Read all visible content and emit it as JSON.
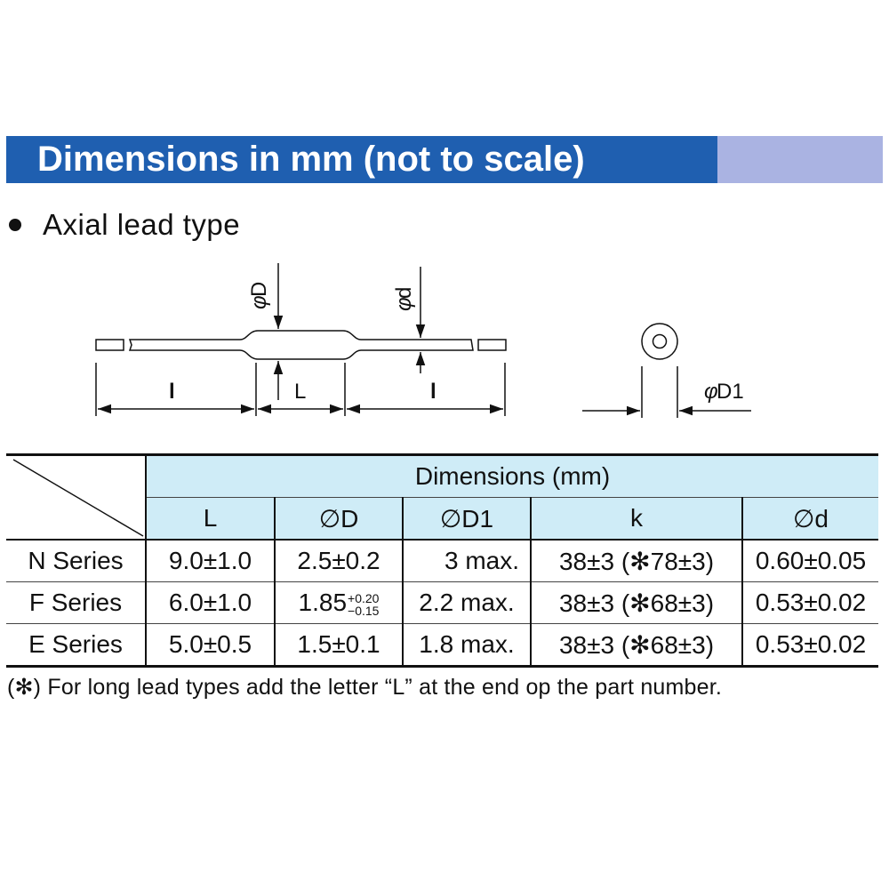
{
  "banner": {
    "title": "Dimensions in mm (not to scale)"
  },
  "section": {
    "title": "Axial lead type"
  },
  "diagram": {
    "labels": {
      "lead_length_left": "l",
      "body_length": "L",
      "lead_length_right": "l",
      "body_diameter": "D",
      "lead_diameter": "d",
      "end_diameter": "D1"
    },
    "diameter_symbol": "φ"
  },
  "table": {
    "group_header": "Dimensions (mm)",
    "columns": [
      {
        "symbol": "",
        "label": "L"
      },
      {
        "symbol": "∅",
        "label": "D"
      },
      {
        "symbol": "∅",
        "label": "D1"
      },
      {
        "symbol": "",
        "label": "k"
      },
      {
        "symbol": "∅",
        "label": "d"
      }
    ],
    "rows": [
      {
        "series": "N Series",
        "L": "9.0±1.0",
        "D": "2.5±0.2",
        "D_tol_plus": "",
        "D_tol_minus": "",
        "D1": "3 max.",
        "k": "38±3 (✻78±3)",
        "d": "0.60±0.05"
      },
      {
        "series": "F Series",
        "L": "6.0±1.0",
        "D": "1.85",
        "D_tol_plus": "+0.20",
        "D_tol_minus": "−0.15",
        "D1": "2.2 max.",
        "k": "38±3 (✻68±3)",
        "d": "0.53±0.02"
      },
      {
        "series": "E Series",
        "L": "5.0±0.5",
        "D": "1.5±0.1",
        "D_tol_plus": "",
        "D_tol_minus": "",
        "D1": "1.8 max.",
        "k": "38±3 (✻68±3)",
        "d": "0.53±0.02"
      }
    ]
  },
  "footnote": "(✻) For long lead types add the letter “L” at the end op the part number.",
  "colors": {
    "banner_blue": "#1f5fb0",
    "banner_light": "#aab3e2",
    "header_fill": "#cfecf7"
  }
}
